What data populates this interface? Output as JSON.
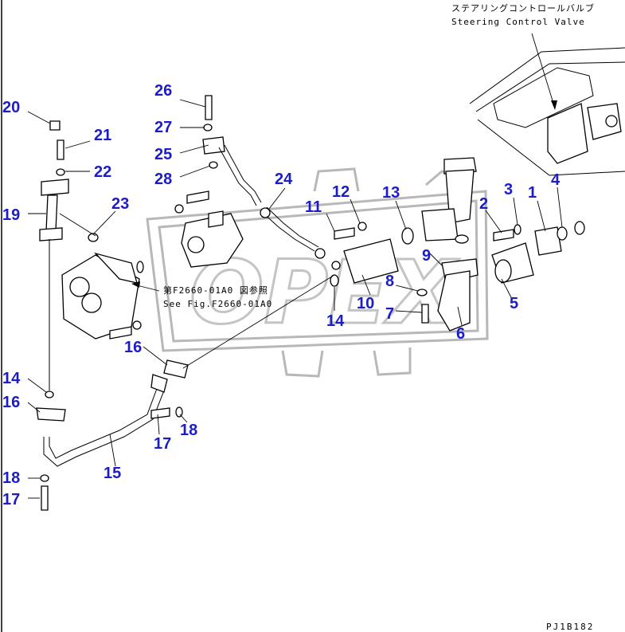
{
  "diagram": {
    "note_jp": "ステアリングコントロールバルブ",
    "note_en": "Steering Control Valve",
    "ref_jp": "第F2660-01A0 図参照",
    "ref_en": "See Fig.F2660-01A0",
    "code": "PJ1B182",
    "watermark": "OPEX",
    "callouts": [
      "1",
      "2",
      "3",
      "4",
      "5",
      "6",
      "7",
      "8",
      "9",
      "10",
      "11",
      "12",
      "13",
      "14",
      "14",
      "14",
      "15",
      "16",
      "16",
      "17",
      "17",
      "18",
      "18",
      "19",
      "20",
      "21",
      "22",
      "23",
      "24",
      "25",
      "26",
      "27",
      "28"
    ],
    "colors": {
      "callout": "#1c1cc8",
      "line": "#000000",
      "watermark": "#b8b8b8"
    }
  }
}
